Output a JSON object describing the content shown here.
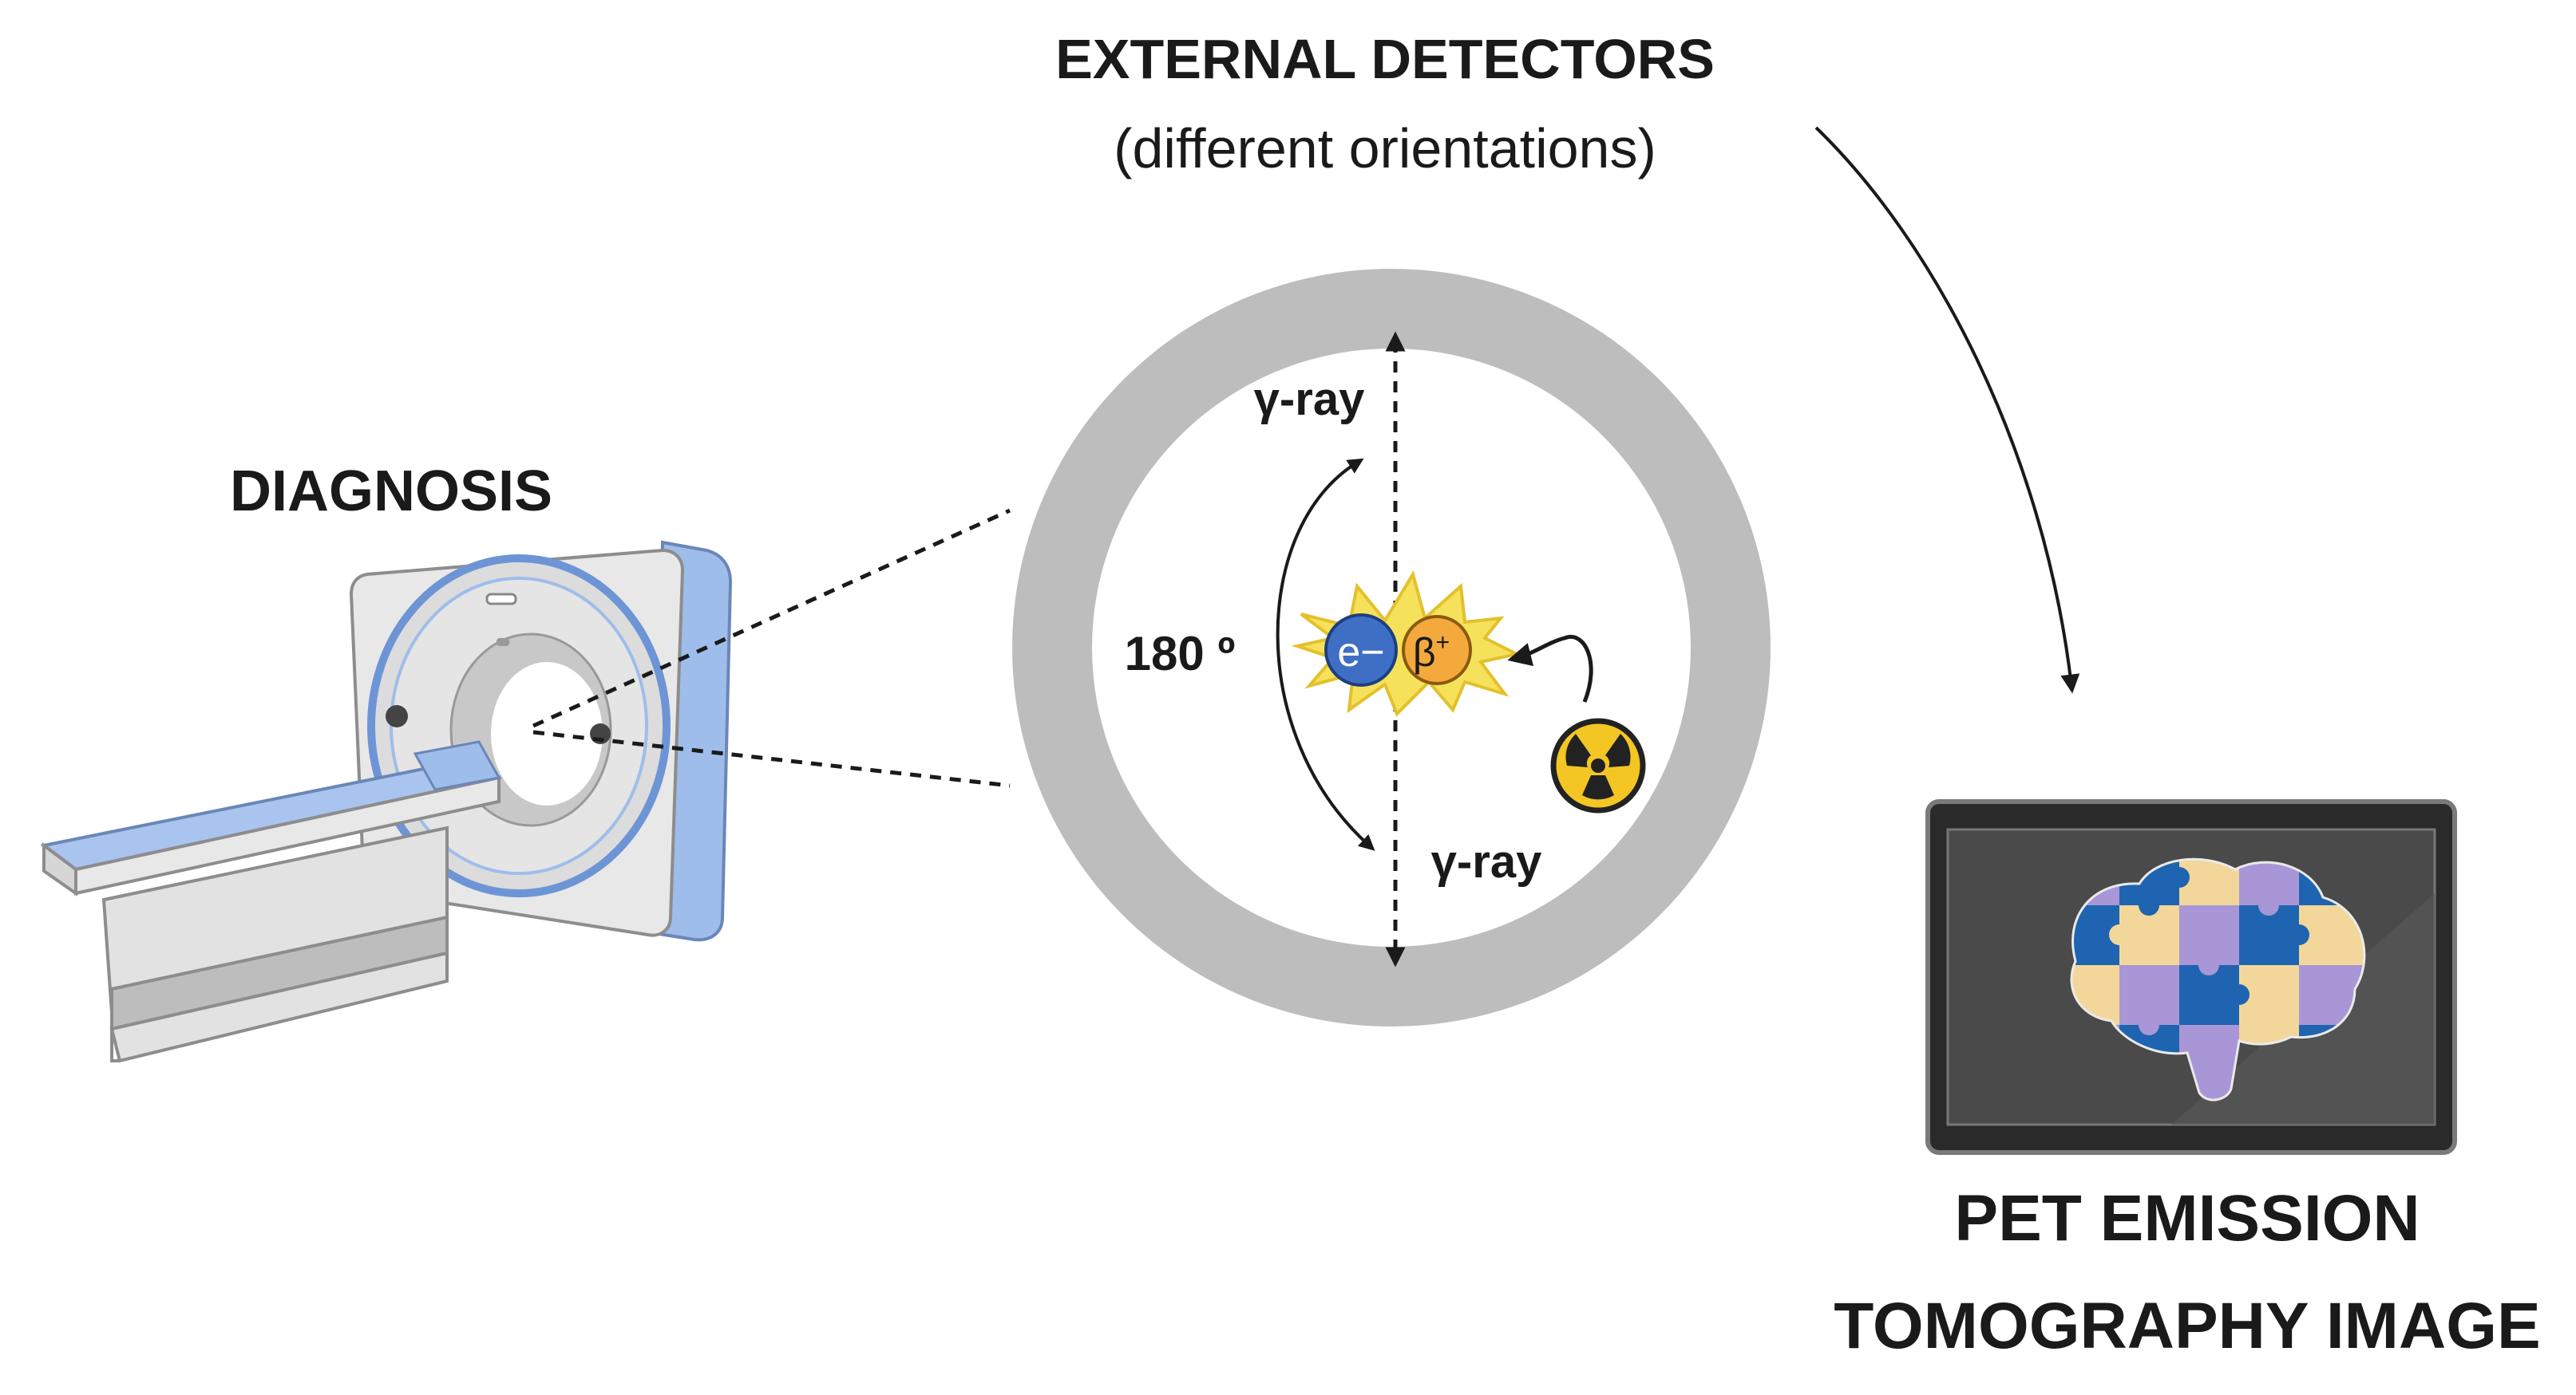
{
  "labels": {
    "detectors_title": "EXTERNAL DETECTORS",
    "detectors_subtitle": "(different orientations)",
    "diagnosis": "DIAGNOSIS",
    "gamma_top": "γ-ray",
    "gamma_bottom": "γ-ray",
    "angle": "180 º",
    "electron": "e−",
    "positron": "β",
    "positron_sup": "+",
    "output_line1": "PET EMISSION",
    "output_line2": "TOMOGRAPHY IMAGE"
  },
  "colors": {
    "detector_ring": "#bdbdbd",
    "electron": "#3f6fc4",
    "positron": "#f4a93c",
    "flash": "#f6e15b",
    "scanner_body": "#e8e8e8",
    "scanner_blue": "#9fbdea",
    "monitor_frame": "#2a2a2a",
    "monitor_screen": "#4a4a4a",
    "puzzle": [
      "#1f64b0",
      "#f3d79a",
      "#a996d6"
    ]
  },
  "icons": {
    "radioactive": "radioactive-icon",
    "brain": "brain-puzzle-icon",
    "scanner": "pet-scanner-icon",
    "monitor": "monitor-icon"
  }
}
